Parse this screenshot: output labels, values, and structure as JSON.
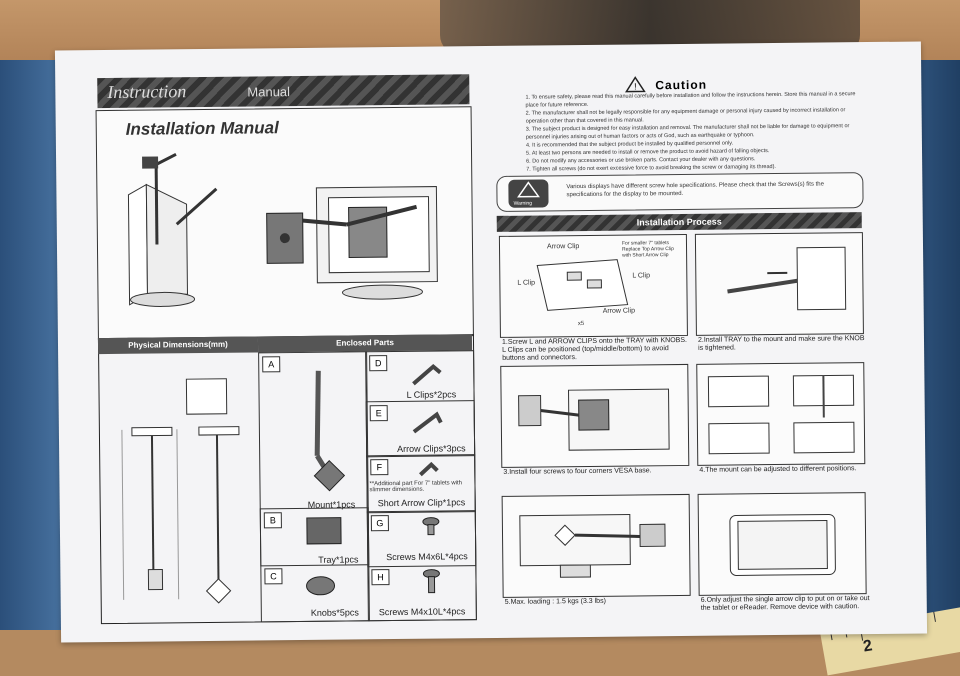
{
  "left_page": {
    "title_bar": {
      "word1": "Instruction",
      "word2": "Manual"
    },
    "heading": "Installation Manual",
    "dimensions_header": "Physical Dimensions(mm)",
    "parts_header": "Enclosed Parts",
    "parts": [
      {
        "letter": "A",
        "label": "Mount*1pcs"
      },
      {
        "letter": "B",
        "label": "Tray*1pcs"
      },
      {
        "letter": "C",
        "label": "Knobs*5pcs"
      },
      {
        "letter": "D",
        "label": "L Clips*2pcs"
      },
      {
        "letter": "E",
        "label": "Arrow Clips*3pcs"
      },
      {
        "letter": "F",
        "label": "Short Arrow Clip*1pcs",
        "note": "**Additional part For 7\" tablets with slimmer dimensions."
      },
      {
        "letter": "G",
        "label": "Screws M4x6L*4pcs"
      },
      {
        "letter": "H",
        "label": "Screws M4x10L*4pcs"
      }
    ]
  },
  "right_page": {
    "caution_title": "Caution",
    "caution_items": [
      "1. To ensure safety, please read this manual carefully before installation and follow the instructions herein. Store this manual in a secure place for future reference.",
      "2. The manufacturer shall not be legally responsible for any equipment damage or personal injury caused by incorrect installation or operation other than that covered in this manual.",
      "3. The subject product is designed for easy installation and removal. The manufacturer shall not be liable for damage to equipment or personnel injuries arising out of human factors or acts of God, such as earthquake or typhoon.",
      "4. It is recommended that the subject product be installed by qualified personnel only.",
      "5. At least two persons are needed to install or remove the product to avoid hazard of falling objects.",
      "6. Do not modify any accessories or use broken parts. Contact your dealer with any questions.",
      "7. Tighten all screws (do not exert excessive force to avoid breaking the screw or damaging its thread)."
    ],
    "warning_label": "Warning",
    "warning_text": "Various displays have different screw hole specifications. Please check that the Screws(s) fits the specifications for the display to be mounted.",
    "process_header": "Installation Process",
    "step1_labels": {
      "arrow_clip": "Arrow Clip",
      "l_clip": "L Clip",
      "l_clip2": "L Clip",
      "arrow_clip2": "Arrow Clip",
      "note": "For smaller 7\" tablets Replace Top Arrow Clip with Short Arrow Clip",
      "x5": "x5"
    },
    "steps": [
      "1.Screw L and ARROW CLIPS onto the TRAY with KNOBS. L Clips can be positioned (top/middle/bottom) to avoid buttons and connectors.",
      "2.Install TRAY to the mount and make sure the KNOB is tightened.",
      "3.Install four screws to four corners VESA base.",
      "4.The mount can be adjusted to different positions.",
      "5.Max. loading : 1.5 kgs    (3.3 lbs)",
      "6.Only adjust the single arrow clip to put on or take out the tablet or eReader. Remove device with caution."
    ]
  },
  "ruler": {
    "number": "2"
  }
}
